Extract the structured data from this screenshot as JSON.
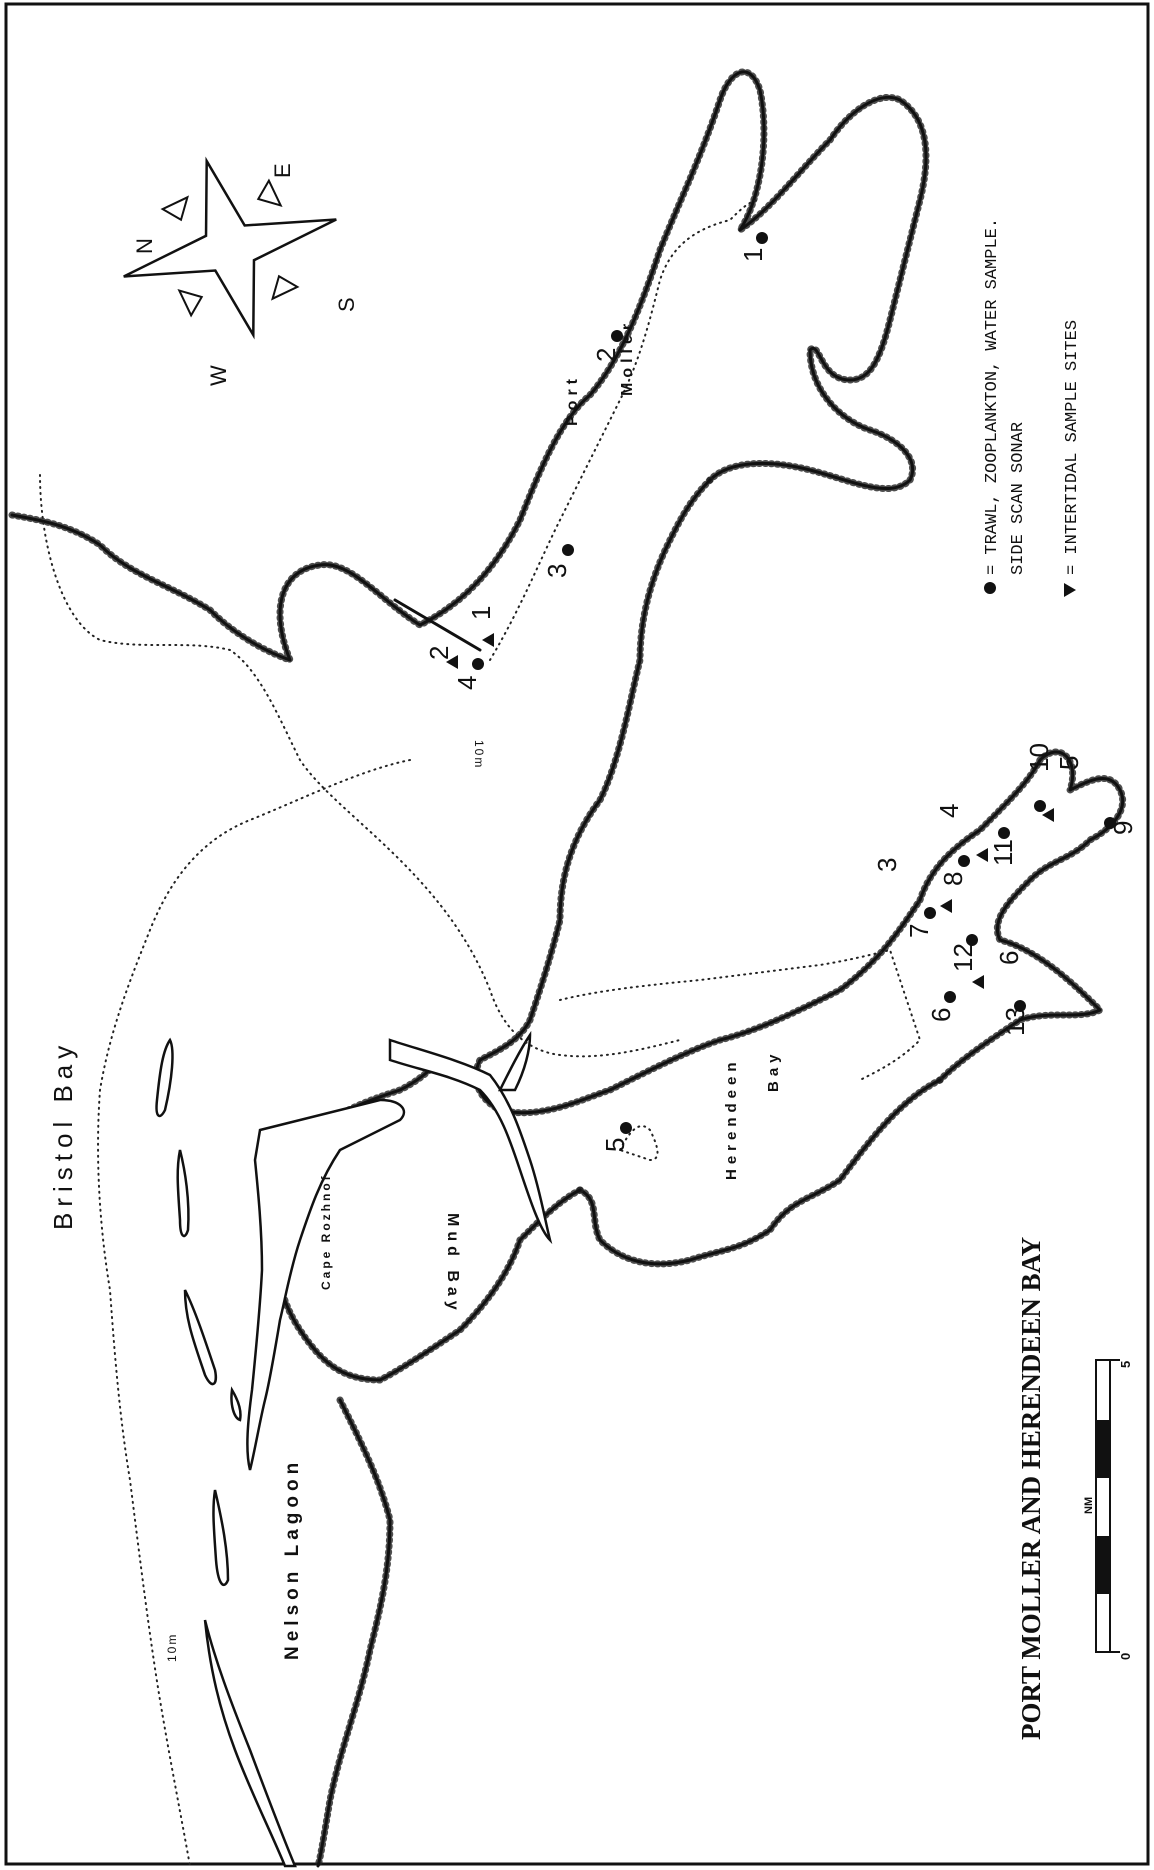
{
  "map": {
    "title": "PORT MOLLER AND HERENDEEN BAY",
    "water_bodies": {
      "bristol_bay": "Bristol Bay",
      "nelson_lagoon": "Nelson Lagoon",
      "mud_bay": "Mud Bay",
      "herendeen": "Herendeen",
      "bay": "Bay",
      "port": "Port",
      "moller": "Moller",
      "cape": "Cape Rozhnof"
    },
    "contours": {
      "c1": "10m",
      "c2": "10m"
    },
    "compass": {
      "n": "N",
      "e": "E",
      "s": "S",
      "w": "W"
    },
    "legend": {
      "dot_line1": "= TRAWL, ZOOPLANKTON, WATER SAMPLE.",
      "dot_line2": "SIDE SCAN SONAR",
      "tri_line": "= INTERTIDAL SAMPLE SITES"
    },
    "scale": {
      "min": "0",
      "max": "5",
      "unit": "NM"
    },
    "stations": {
      "trawl": [
        "1",
        "2",
        "3",
        "4",
        "5",
        "6",
        "7",
        "8",
        "9",
        "10",
        "11",
        "12",
        "13"
      ],
      "intertidal": [
        "1",
        "2",
        "3",
        "4",
        "5",
        "6"
      ]
    }
  }
}
